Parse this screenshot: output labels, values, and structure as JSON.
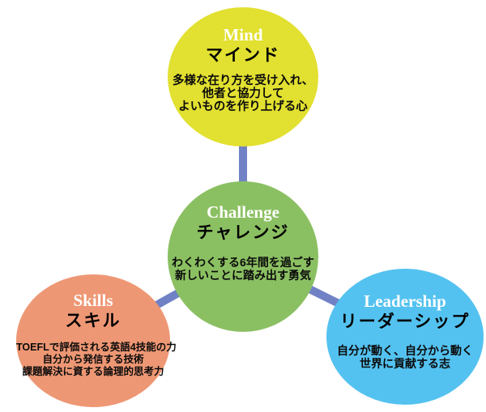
{
  "diagram": {
    "connector_color": "#7082c5",
    "nodes": [
      {
        "id": "mind",
        "title_en": "Mind",
        "title_ja": "マインド",
        "color": "#e2e030",
        "lines": [
          "多様な在り方を受け入れ、",
          "他者と協力して",
          "よいものを作り上げる心"
        ]
      },
      {
        "id": "challenge",
        "title_en": "Challenge",
        "title_ja": "チャレンジ",
        "color": "#8bc062",
        "lines": [
          "わくわくする6年間を過ごす",
          "新しいことに踏み出す勇気"
        ]
      },
      {
        "id": "skills",
        "title_en": "Skills",
        "title_ja": "スキル",
        "color": "#ee9774",
        "lines": [
          "TOEFLで評価される英語4技能の力",
          "自分から発信する技術",
          "課題解決に資する論理的思考力"
        ]
      },
      {
        "id": "leadership",
        "title_en": "Leadership",
        "title_ja": "リーダーシップ",
        "color": "#54c2f0",
        "lines": [
          "自分が動く、自分から動く",
          "世界に貢献する志"
        ]
      }
    ]
  }
}
